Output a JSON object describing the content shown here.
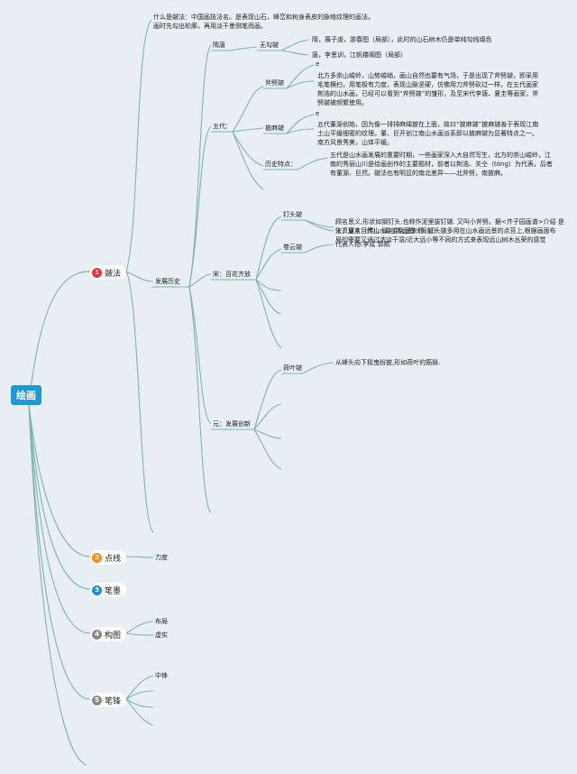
{
  "root": "绘画",
  "colors": {
    "line": "#7fb5a8",
    "root": "#1a9ad6",
    "b1": "#e53935",
    "b2": "#f28c28",
    "b3": "#1e90d6",
    "b4": "#8a8a8a",
    "b5": "#8a8a8a"
  },
  "topics": [
    {
      "num": "1",
      "label": "皴法"
    },
    {
      "num": "2",
      "label": "点线"
    },
    {
      "num": "3",
      "label": "笔墨"
    },
    {
      "num": "4",
      "label": "构图"
    },
    {
      "num": "5",
      "label": "笔锋"
    }
  ],
  "cunfa": {
    "intro": [
      "什么是皴法：中国画技法名。是表现山石，峰峦和树身表皮的脉络纹理的画法。",
      "画时先勾出轮廓，再用淡干墨侧笔而画。"
    ],
    "history": "发展历史",
    "suitang": "隋唐",
    "wugou": "无勾皴",
    "sui_note": "隋，展子虔，游春图（局部），此时的山石树木仍是单纯勾线填色",
    "tang_note": "唐，李思训，江帆楼阁图（局部）",
    "wudai": "五代：",
    "fupi": "斧劈皴",
    "e1": "e",
    "fupi_text": [
      "北方多崇山峻岭，山势峻峭，画山自然也要有气场，于是出现了斧劈皴，即采用",
      "毛笔横扫，用笔极有力度，表现山脉坚硬，仿佛用刀斧劈砍过一样。在五代画家",
      "荆浩的山水画，已经可以看到“斧劈皴”的雏形，及至宋代李唐、夏圭等画家，斧",
      "劈皴被频繁使用。"
    ],
    "pima": "披麻皴",
    "e2": "e",
    "pima_text": [
      "五代董源创始，因为像一排排麻绳披在上面，故曰“披麻皴”披麻皴善于表现江南",
      "土山平缓细密的纹理。董、巨开创江南山水画派系即以披麻皴为显著特点之一。",
      "南方风景秀美，山体平缓。"
    ],
    "hist_feat": "历史特点：",
    "hist_text": [
      "五代是山水画发展的重要时期，一些画家深入大自然写生，北方的崇山峻岭，江",
      "南的秀丽山川是绘画创作的主要题材，前者以荆浩、关仝（tóng）为代表，后者",
      "有董源、巨然。皴法也有明显的南北差异——北斧劈，南披麻。"
    ],
    "song": "宋：百花齐放",
    "dingtou": "钉头皴",
    "dingtou_text": [
      "顾名思义,形状如钢钉头,也称作泥里拔钉皴. 又叫小斧劈。据<芥子园画谱>介绍 是",
      "江贯道从巨然山水中变化出来的. 钉头皴多用在山水画远景的点苔上,根据画面布",
      "局的需要又通过浓淡干湿/近大远小等不同的方式来表现远山树木丛荣的感觉"
    ],
    "xiagui": "宋，夏圭（传），溪山清远图（局部）",
    "juanyun": "卷云皴",
    "juanyun_text": "代表人物:李成 郭熙",
    "yuan": "元：发展创新",
    "heye": "荷叶皴",
    "heye_text": "从峰头向下摇曳纷披,形如荷叶的筋脉."
  },
  "dianxian": {
    "lidu": "力度"
  },
  "goutu": {
    "bu": "布局",
    "xu": "虚实"
  },
  "bifeng": {
    "zhong": "中锋"
  }
}
